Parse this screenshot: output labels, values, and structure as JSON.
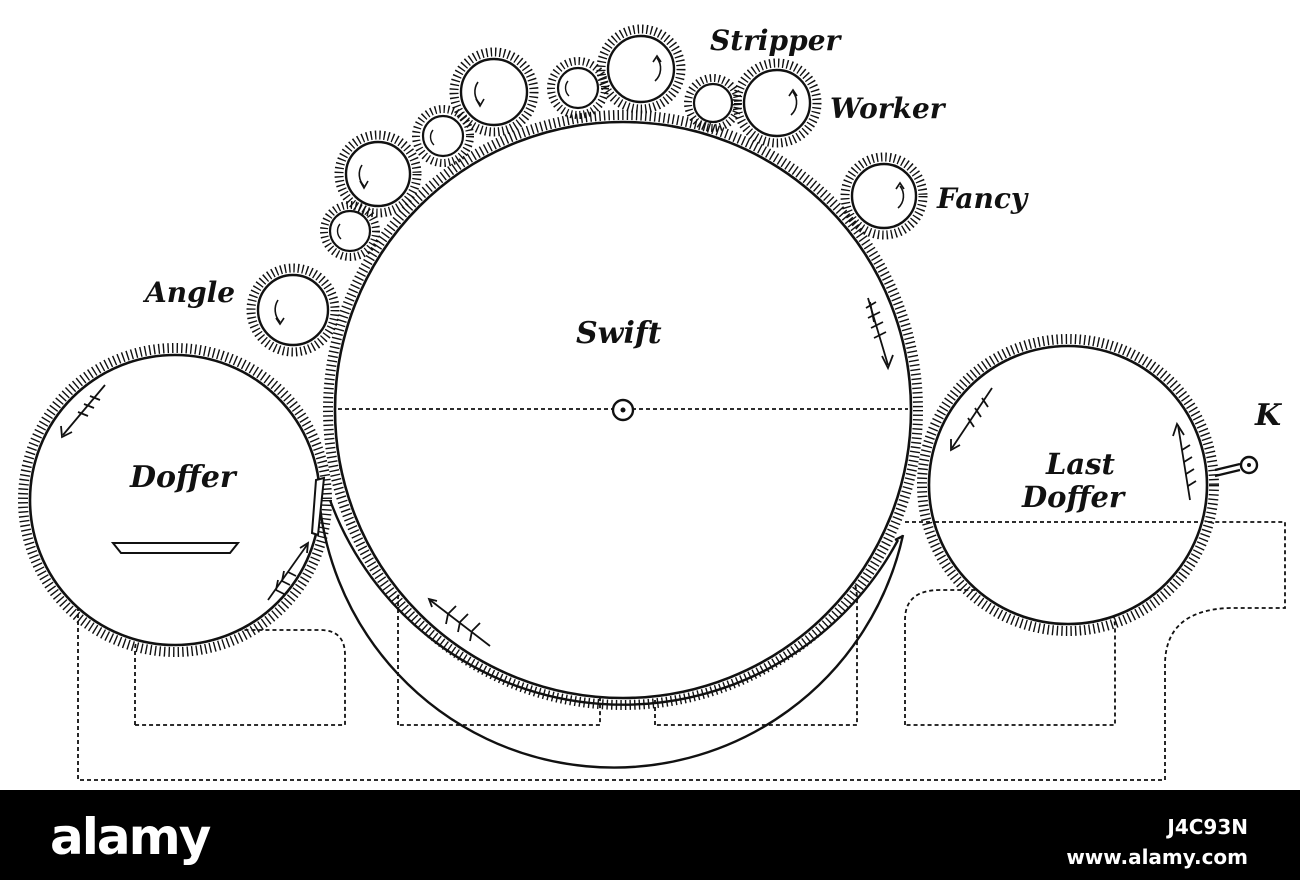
{
  "diagram": {
    "labels": {
      "stripper": "Stripper",
      "worker": "Worker",
      "fancy": "Fancy",
      "angle": "Angle",
      "swift": "Swift",
      "doffer": "Doffer",
      "last_doffer_line1": "Last",
      "last_doffer_line2": "Doffer",
      "k": "K"
    },
    "colors": {
      "ink": "#111111",
      "paper": "#ffffff"
    }
  },
  "watermark": {
    "brand": "alamy",
    "image_id": "J4C93N",
    "site": "www.alamy.com",
    "colors": {
      "bar": "#000000",
      "text": "#ffffff"
    }
  }
}
